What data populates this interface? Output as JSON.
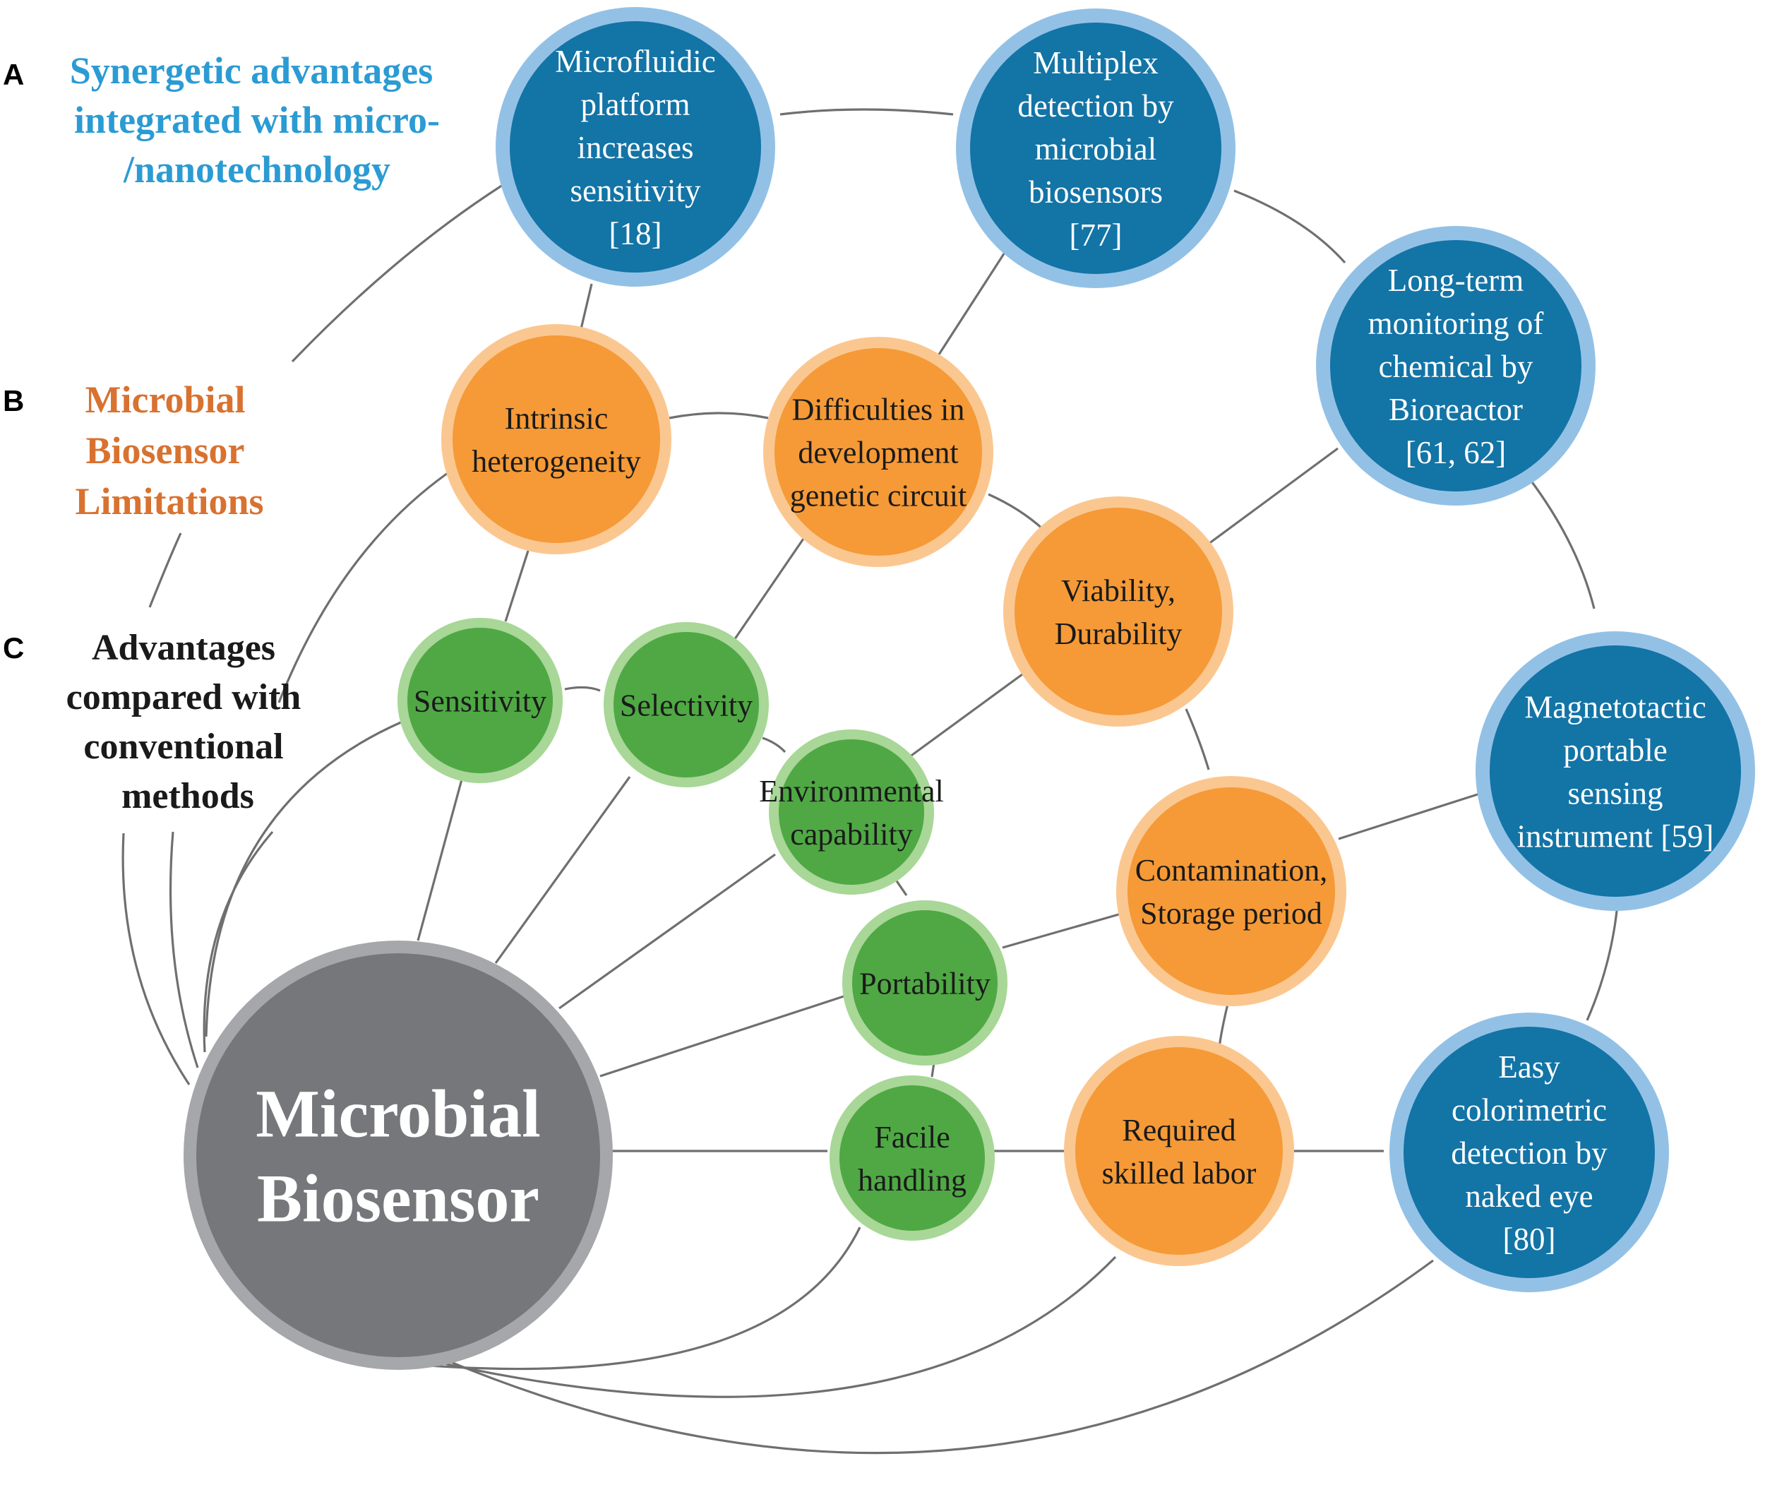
{
  "colors": {
    "blue_fill": "#1374a6",
    "blue_ring": "#93c1e6",
    "orange_fill": "#f59a37",
    "orange_ring": "#fbc790",
    "green_fill": "#4fa844",
    "green_ring": "#a8d797",
    "gray_fill": "#76777b",
    "gray_ring": "#a6a7aa",
    "line": "#6f6f6f",
    "panel_a_text": "#2b9bd3",
    "panel_b_text": "#d87230",
    "panel_c_text": "#1a1a1a"
  },
  "panels": {
    "a": {
      "letter": "A",
      "lines": [
        "Synergetic advantages",
        "integrated with micro-",
        "/nanotechnology"
      ]
    },
    "b": {
      "letter": "B",
      "lines": [
        "Microbial",
        "Biosensor",
        "Limitations"
      ]
    },
    "c": {
      "letter": "C",
      "lines": [
        "Advantages",
        "compared with",
        "conventional",
        "methods"
      ]
    }
  },
  "center": {
    "lines": [
      "Microbial",
      "Biosensor"
    ]
  },
  "blue_nodes": [
    {
      "id": "microfluidic",
      "lines": [
        "Microfluidic",
        "platform",
        "increases",
        "sensitivity",
        "[18]"
      ]
    },
    {
      "id": "multiplex",
      "lines": [
        "Multiplex",
        "detection by",
        "microbial",
        "biosensors",
        "[77]"
      ]
    },
    {
      "id": "longterm",
      "lines": [
        "Long-term",
        "monitoring of",
        "chemical by",
        "Bioreactor",
        "[61, 62]"
      ]
    },
    {
      "id": "magnetotactic",
      "lines": [
        "Magnetotactic",
        "portable",
        "sensing",
        "instrument [59]"
      ]
    },
    {
      "id": "colorimetric",
      "lines": [
        "Easy",
        "colorimetric",
        "detection by",
        "naked eye",
        "[80]"
      ]
    }
  ],
  "orange_nodes": [
    {
      "id": "intrinsic",
      "lines": [
        "Intrinsic",
        "heterogeneity"
      ]
    },
    {
      "id": "genetic",
      "lines": [
        "Difficulties in",
        "development",
        "genetic circuit"
      ]
    },
    {
      "id": "viability",
      "lines": [
        "Viability,",
        "Durability"
      ]
    },
    {
      "id": "contamination",
      "lines": [
        "Contamination,",
        "Storage period"
      ]
    },
    {
      "id": "skilled",
      "lines": [
        "Required",
        "skilled labor"
      ]
    }
  ],
  "green_nodes": [
    {
      "id": "sensitivity",
      "lines": [
        "Sensitivity"
      ]
    },
    {
      "id": "selectivity",
      "lines": [
        "Selectivity"
      ]
    },
    {
      "id": "environmental",
      "lines": [
        "Environmental",
        "capability"
      ]
    },
    {
      "id": "portability",
      "lines": [
        "Portability"
      ]
    },
    {
      "id": "facile",
      "lines": [
        "Facile",
        "handling"
      ]
    }
  ]
}
